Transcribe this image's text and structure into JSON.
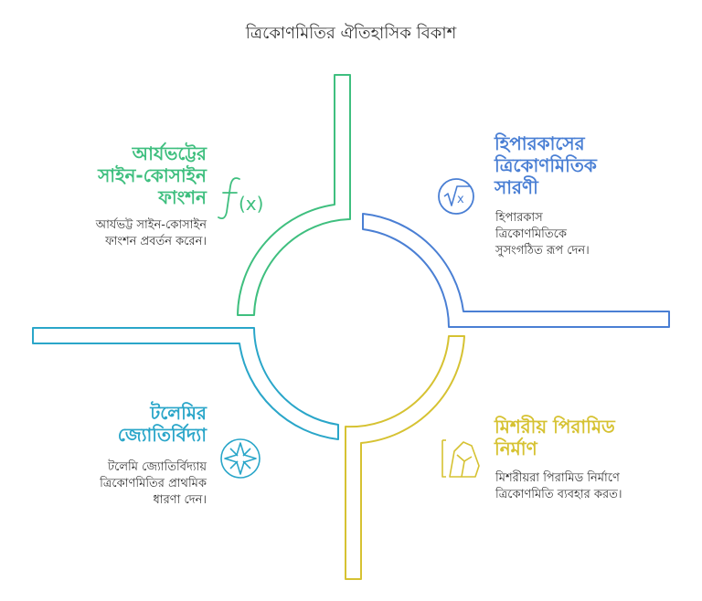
{
  "title": "ত্রিকোণমিতির ঐতিহাসিক বিকাশ",
  "colors": {
    "green": "#3fbf7f",
    "blue": "#4a7fd4",
    "teal": "#2aa6c9",
    "yellow": "#d6c232"
  },
  "quadrants": [
    {
      "id": "aryabhata",
      "color": "green",
      "heading": [
        "আর্যভট্টের",
        "সাইন-কোসাইন",
        "ফাংশন"
      ],
      "desc": [
        "আর্যভট্ট সাইন-কোসাইন",
        "ফাংশন প্রবর্তন করেন।"
      ],
      "icon": "function-fx-icon"
    },
    {
      "id": "hipparchus",
      "color": "blue",
      "heading": [
        "হিপারকাসের",
        "ত্রিকোণমিতিক",
        "সারণী"
      ],
      "desc": [
        "হিপারকাস",
        "ত্রিকোণমিতিকে",
        "সুসংগঠিত রূপ দেন।"
      ],
      "icon": "square-root-icon"
    },
    {
      "id": "ptolemy",
      "color": "teal",
      "heading": [
        "টলেমির",
        "জ্যোতির্বিদ্যা"
      ],
      "desc": [
        "টলেমি জ্যোতির্বিদ্যায়",
        "ত্রিকোণমিতির প্রাথমিক",
        "ধারণা দেন।"
      ],
      "icon": "compass-star-icon"
    },
    {
      "id": "egypt",
      "color": "yellow",
      "heading": [
        "মিশরীয় পিরামিড",
        "নির্মাণ"
      ],
      "desc": [
        "মিশরীয়রা পিরামিড নির্মাণে",
        "ত্রিকোণমিতি ব্যবহার করত।"
      ],
      "icon": "pyramid-rock-icon"
    }
  ]
}
